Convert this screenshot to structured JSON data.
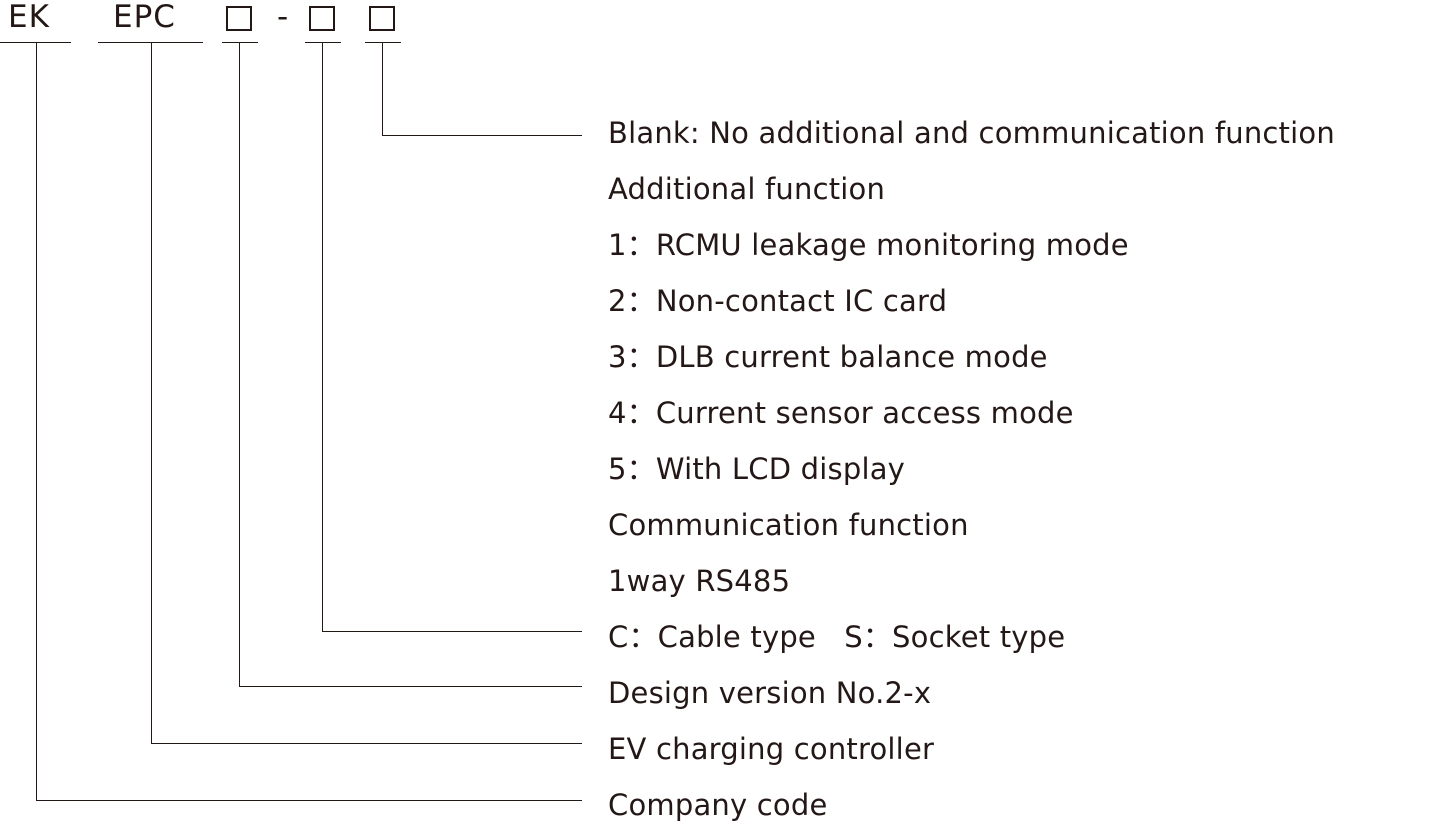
{
  "code": {
    "company": "EK",
    "product": "EPC",
    "dash": "-"
  },
  "descriptions": {
    "blank": "Blank: No additional and communication function",
    "additional_title": "Additional function",
    "opt1": "1：RCMU leakage monitoring mode",
    "opt2": "2：Non-contact IC card",
    "opt3": "3：DLB current balance mode",
    "opt4": "4：Current sensor access mode",
    "opt5": "5：With LCD display",
    "communication_title": "Communication function",
    "comm1": "1way RS485",
    "type": "C：Cable type   S：Socket type",
    "design": "Design version No.2-x",
    "ev": "EV charging controller",
    "company": "Company code"
  },
  "colors": {
    "text": "#231815",
    "lines": "#231815"
  }
}
